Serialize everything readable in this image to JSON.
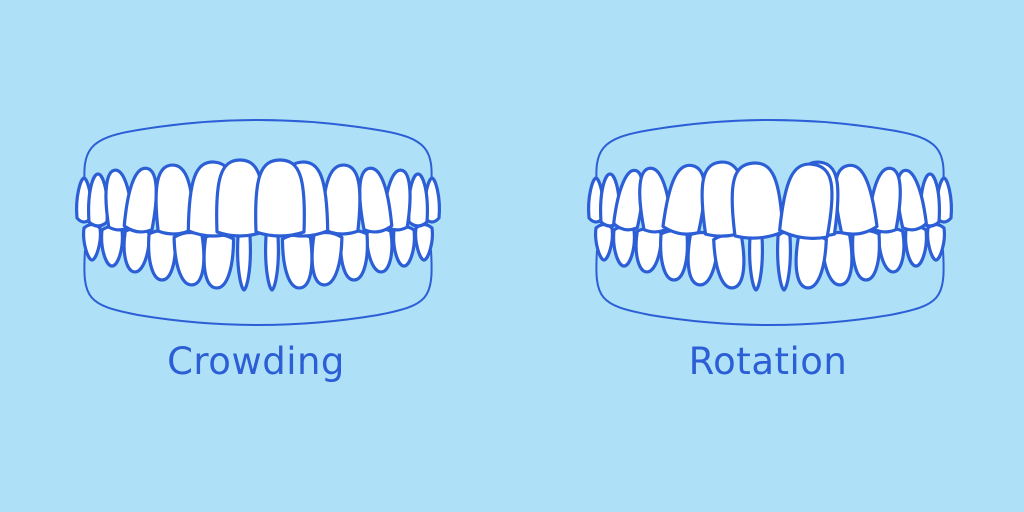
{
  "panels": [
    {
      "label": "Crowding",
      "type": "crowding"
    },
    {
      "label": "Rotation",
      "type": "rotation"
    }
  ],
  "colors": {
    "background": "#aee0f7",
    "stroke": "#2c5fd5",
    "tooth_fill": "#ffffff"
  }
}
